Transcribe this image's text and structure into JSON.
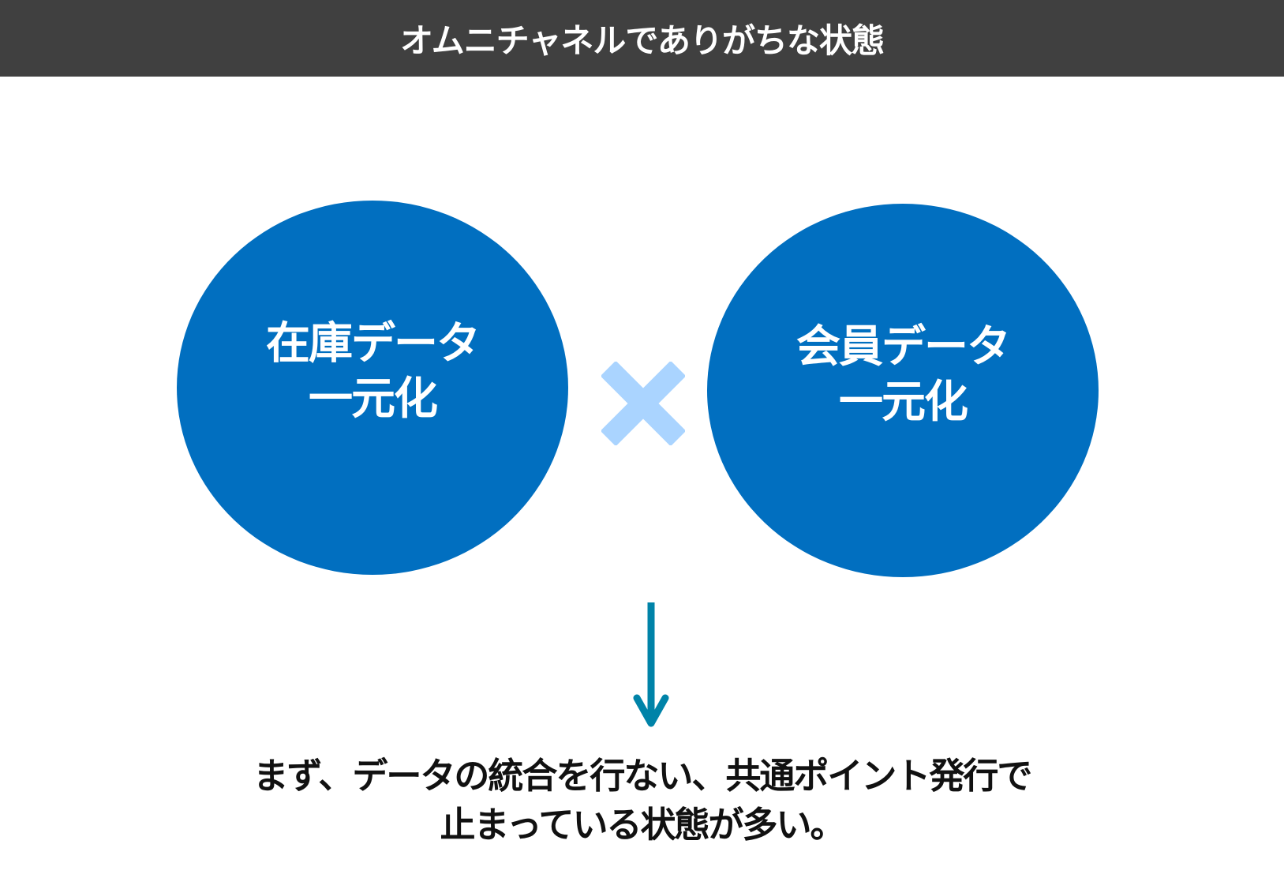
{
  "header": {
    "title": "オムニチャネルでありがちな状態"
  },
  "circles": [
    {
      "line1": "在庫データ",
      "line2": "一元化",
      "color": "#016fc0"
    },
    {
      "line1": "会員データ",
      "line2": "一元化",
      "color": "#016fc0"
    }
  ],
  "connector": {
    "icon": "cross-icon",
    "color": "#aad4ff"
  },
  "arrow": {
    "icon": "arrow-down-icon",
    "color": "#0083a8"
  },
  "conclusion": {
    "line1": "まず、データの統合を行ない、共通ポイント発行で",
    "line2": "止まっている状態が多い。"
  }
}
